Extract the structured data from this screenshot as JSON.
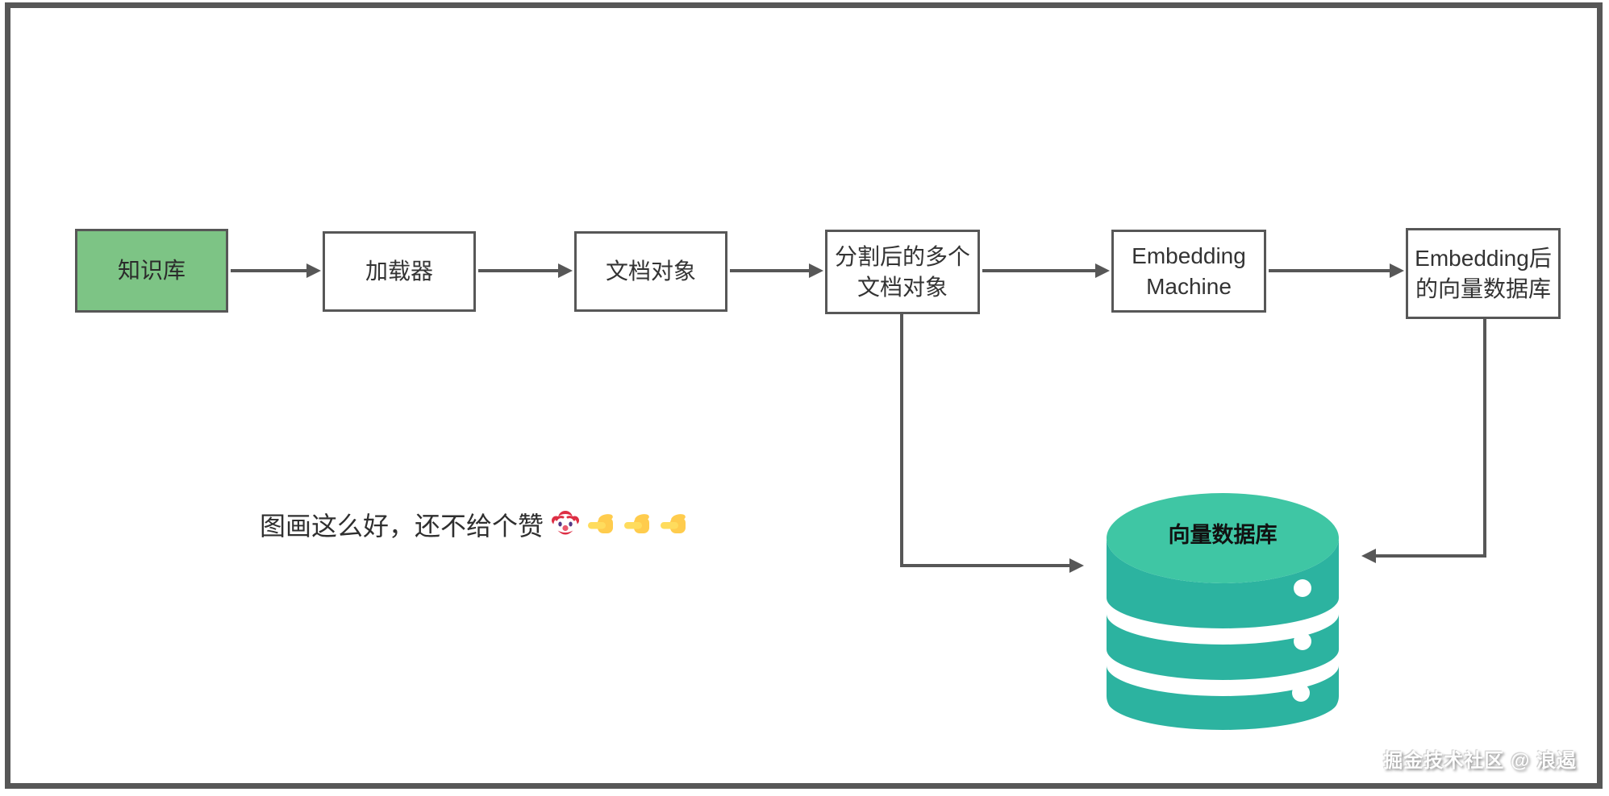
{
  "canvas": {
    "border_color": "#575757",
    "background": "#ffffff"
  },
  "flow": {
    "nodes": [
      {
        "id": "knowledge-base",
        "label": "知识库",
        "fill": "#7dc485"
      },
      {
        "id": "loader",
        "label": "加载器",
        "fill": "#ffffff"
      },
      {
        "id": "document-object",
        "label": "文档对象",
        "fill": "#ffffff"
      },
      {
        "id": "split-documents",
        "line1": "分割后的多个",
        "line2": "文档对象",
        "fill": "#ffffff"
      },
      {
        "id": "embedding-machine",
        "line1": "Embedding",
        "line2": "Machine",
        "fill": "#ffffff"
      },
      {
        "id": "embedded-vector-store",
        "line1": "Embedding后",
        "line2": "的向量数据库",
        "fill": "#ffffff"
      }
    ],
    "arrow_color": "#575757"
  },
  "database": {
    "label": "向量数据库",
    "top_color": "#3fc6a4",
    "body_color": "#2cb3a0"
  },
  "caption": {
    "text": "图画这么好，还不给个赞",
    "emojis": [
      "clown-face",
      "point-left",
      "point-left",
      "point-left"
    ]
  },
  "watermark": {
    "text": "掘金技术社区 @ 浪遏"
  }
}
